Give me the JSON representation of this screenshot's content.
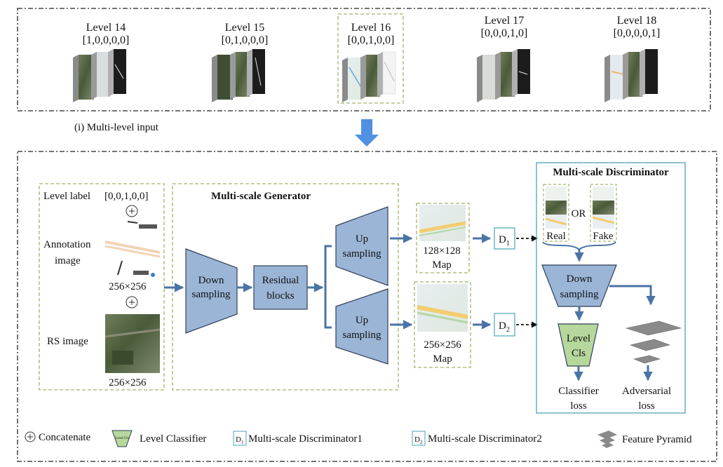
{
  "top_panel": {
    "levels": [
      {
        "name": "Level 14",
        "vector": "[1,0,0,0,0]"
      },
      {
        "name": "Level 15",
        "vector": "[0,1,0,0,0]"
      },
      {
        "name": "Level 16",
        "vector": "[0,0,1,0,0]"
      },
      {
        "name": "Level 17",
        "vector": "[0,0,0,1,0]"
      },
      {
        "name": "Level 18",
        "vector": "[0,0,0,0,1]"
      }
    ],
    "caption": "(i) Multi-level input"
  },
  "inputs": {
    "level_label_text": "Level label",
    "level_label_value": "[0,0,1,0,0]",
    "annotation_line1": "Annotation",
    "annotation_line2": "image",
    "annotation_size": "256×256",
    "rs_label": "RS image",
    "rs_size": "256×256"
  },
  "generator": {
    "title": "Multi-scale Generator",
    "down_line1": "Down",
    "down_line2": "sampling",
    "res_line1": "Residual",
    "res_line2": "blocks",
    "up1_line1": "Up",
    "up1_line2": "sampling",
    "up2_line1": "Up",
    "up2_line2": "sampling"
  },
  "outputs": {
    "map1_size": "128×128",
    "map1_label": "Map",
    "map2_size": "256×256",
    "map2_label": "Map",
    "d1": "D",
    "d1_sub": "1",
    "d2": "D",
    "d2_sub": "2"
  },
  "discriminator": {
    "title": "Multi-scale Discriminator",
    "real": "Real",
    "or": "OR",
    "fake": "Fake",
    "down_line1": "Down",
    "down_line2": "sampling",
    "cls_line1": "Level",
    "cls_line2": "Cls",
    "classifier_loss_1": "Classifier",
    "classifier_loss_2": "loss",
    "adversarial_loss_1": "Adversarial",
    "adversarial_loss_2": "loss"
  },
  "legend": {
    "concatenate": "Concatenate",
    "classifier_icon_text": "Level Cls",
    "level_classifier": "Level Classifier",
    "d1_icon": "D",
    "d1_icon_sub": "1",
    "d1_label": "Multi-scale Discriminator1",
    "d2_icon": "D",
    "d2_icon_sub": "2",
    "d2_label": "Multi-scale Discriminator2",
    "feature_pyramid": "Feature Pyramid"
  },
  "colors": {
    "block_fill": "#9bb5d6",
    "block_stroke": "#2f3f59",
    "arrow": "#4a74a5",
    "dashed_green": "#a3b26a",
    "classifier_fill": "#b7d89d",
    "teal_border": "#4aa3b5",
    "big_arrow": "#4f90e0"
  }
}
